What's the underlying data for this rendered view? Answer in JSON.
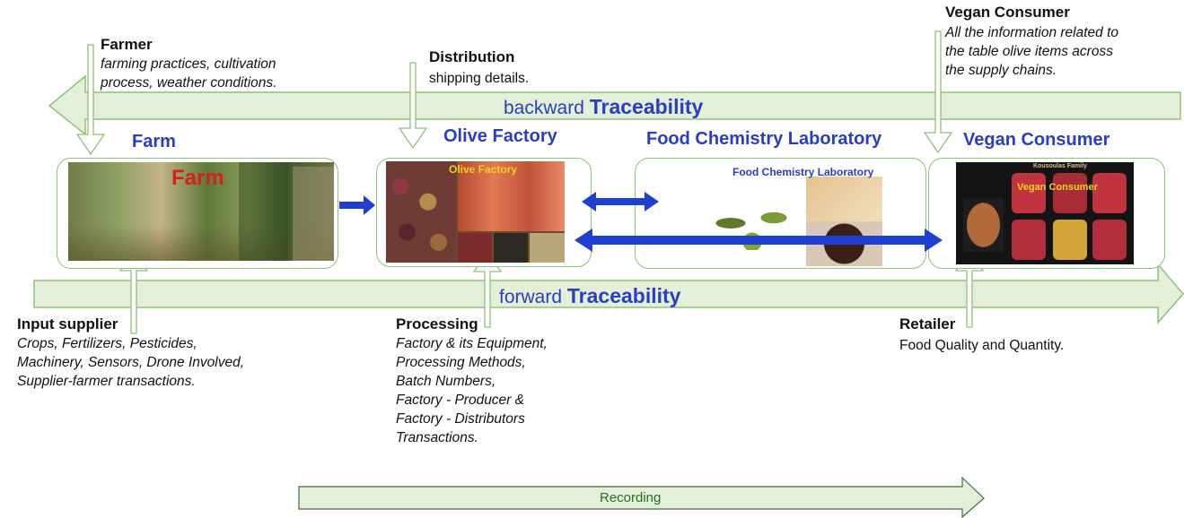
{
  "stages": {
    "farm": {
      "title": "Farm",
      "photo_label": "Farm"
    },
    "factory": {
      "title": "Olive Factory",
      "photo_label": "Olive Factory"
    },
    "lab": {
      "title": "Food Chemistry Laboratory",
      "photo_label": "Food Chemistry Laboratory"
    },
    "consumer": {
      "title": "Vegan Consumer",
      "photo_label": "Vegan Consumer",
      "photo_brand": "Kousoulas Family"
    }
  },
  "actors": {
    "farmer": {
      "title": "Farmer",
      "desc": "farming practices, cultivation\nprocess, weather conditions."
    },
    "distribution": {
      "title": "Distribution",
      "desc": "shipping details."
    },
    "vegan_consumer": {
      "title": "Vegan Consumer",
      "desc": "All the information related to\nthe table olive  items across\nthe supply chains."
    },
    "input_supplier": {
      "title": "Input supplier",
      "desc": "Crops,  Fertilizers, Pesticides,\nMachinery, Sensors, Drone Involved,\nSupplier-farmer transactions."
    },
    "processing": {
      "title": "Processing",
      "desc": "Factory & its Equipment,\nProcessing Methods,\nBatch Numbers,\nFactory - Producer &\nFactory - Distributors\nTransactions."
    },
    "retailer": {
      "title": "Retailer",
      "desc": "Food Quality and Quantity."
    }
  },
  "traceability": {
    "backward": {
      "prefix": "backward",
      "word": "Traceability"
    },
    "forward": {
      "prefix": "forward",
      "word": "Traceability"
    }
  },
  "recording_label": "Recording",
  "colors": {
    "arrow_fill": "#e3efd9",
    "arrow_stroke": "#8fc27a",
    "blue": "#1f3fd1",
    "title_blue": "#2a3fbf"
  }
}
